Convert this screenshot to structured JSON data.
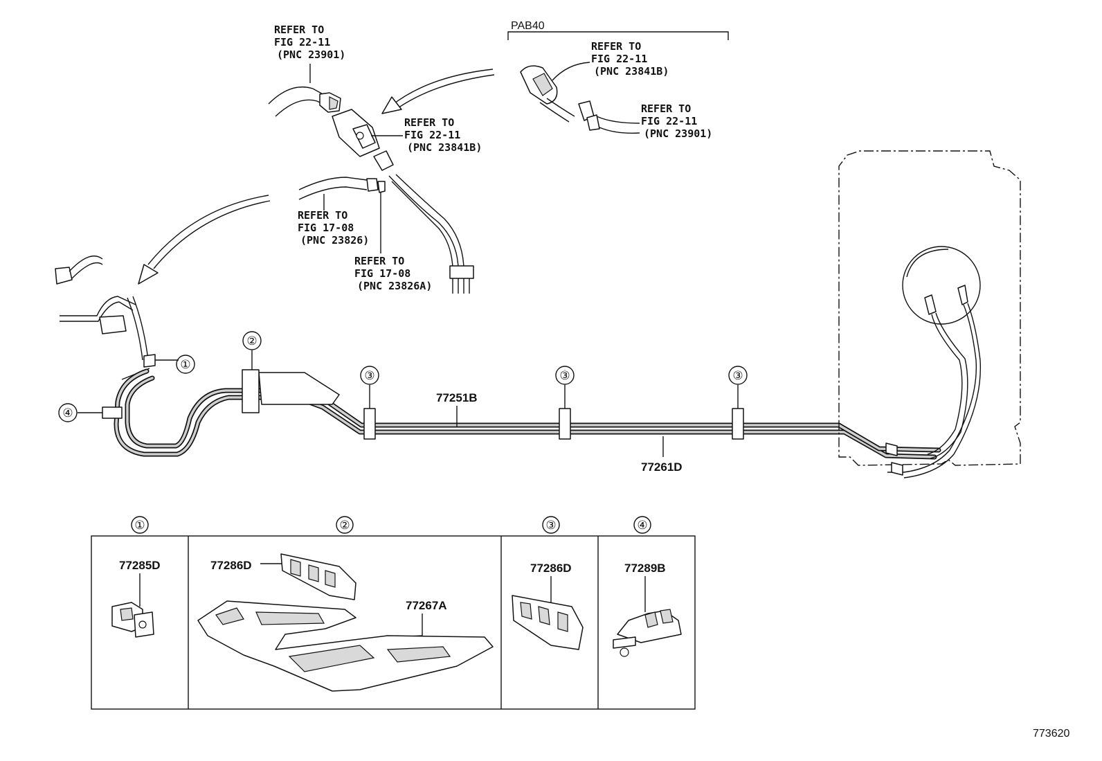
{
  "diagram_code": "773620",
  "model_code": "PAB40",
  "refs": {
    "r1": {
      "l1": "REFER TO",
      "l2": "FIG 22-11",
      "l3": "(PNC 23901)"
    },
    "r2": {
      "l1": "REFER TO",
      "l2": "FIG 22-11",
      "l3": "(PNC 23841B)"
    },
    "r3": {
      "l1": "REFER TO",
      "l2": "FIG 22-11",
      "l3": "(PNC 23841B)"
    },
    "r4": {
      "l1": "REFER TO",
      "l2": "FIG 22-11",
      "l3": "(PNC 23901)"
    },
    "r5": {
      "l1": "REFER TO",
      "l2": "FIG 17-08",
      "l3": "(PNC 23826)"
    },
    "r6": {
      "l1": "REFER TO",
      "l2": "FIG 17-08",
      "l3": "(PNC 23826A)"
    }
  },
  "parts": {
    "main_tube_upper": "77251B",
    "main_tube_lower": "77261D",
    "clamp_1": "77285D",
    "clamp_2a": "77286D",
    "protector_2b": "77267A",
    "clamp_3": "77286D",
    "clamp_4": "77289B"
  },
  "callouts": {
    "c1": "①",
    "c2": "②",
    "c3": "③",
    "c4": "④"
  }
}
